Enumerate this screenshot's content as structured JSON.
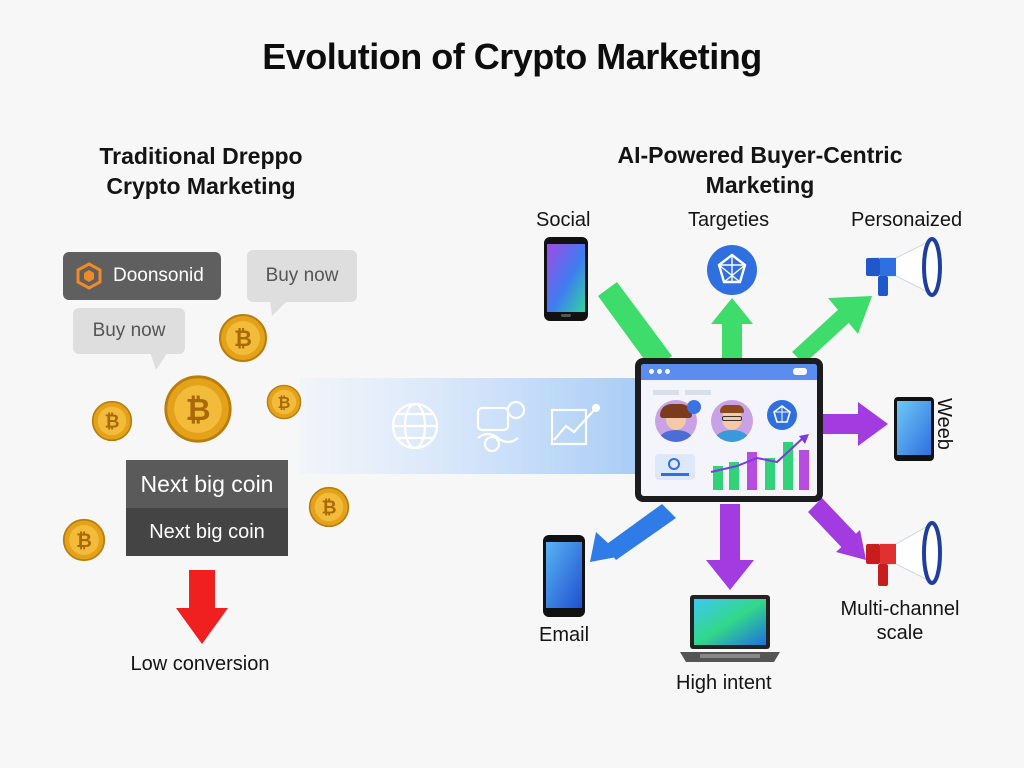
{
  "title": "Evolution of Crypto Marketing",
  "left": {
    "heading_line1": "Traditional Dreppo",
    "heading_line2": "Crypto Marketing",
    "banner_label": "Doonsonid",
    "bubble_top": "Buy now",
    "bubble_left": "Buy now",
    "box1": "Next big coin",
    "box2": "Next big coin",
    "result": "Low conversion"
  },
  "right": {
    "heading_line1": "AI-Powered Buyer-Centric",
    "heading_line2": "Marketing",
    "social": "Social",
    "targeties": "Targeties",
    "personalized": "Personaized",
    "web": "Weeb",
    "email": "Email",
    "high_intent": "High intent",
    "multichannel_line1": "Multi-channel",
    "multichannel_line2": "scale"
  },
  "colors": {
    "red_arrow": "#f02020",
    "green_arrow": "#3ddc6b",
    "purple_arrow": "#a23be0",
    "blue_arrow": "#2f7be8",
    "coin_gold": "#e3a21a"
  }
}
